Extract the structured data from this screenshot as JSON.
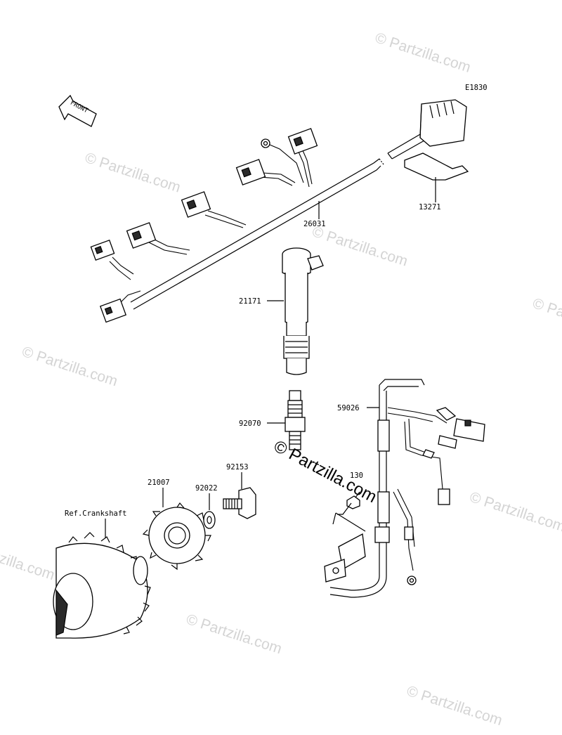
{
  "watermark": {
    "text": "© Partzilla.com",
    "center_text": "© Partzilla.com"
  },
  "diagram": {
    "code": "E1830",
    "front_label": "FRONT",
    "ref_label": "Ref.Crankshaft",
    "parts": [
      {
        "number": "26031",
        "name": "main-harness"
      },
      {
        "number": "13271",
        "name": "plate"
      },
      {
        "number": "21171",
        "name": "ignition-coil"
      },
      {
        "number": "92070",
        "name": "spark-plug"
      },
      {
        "number": "59026",
        "name": "sub-harness"
      },
      {
        "number": "130",
        "name": "bolt-flanged-small"
      },
      {
        "number": "92153",
        "name": "bolt"
      },
      {
        "number": "92022",
        "name": "washer"
      },
      {
        "number": "21007",
        "name": "timing-rotor"
      }
    ]
  }
}
